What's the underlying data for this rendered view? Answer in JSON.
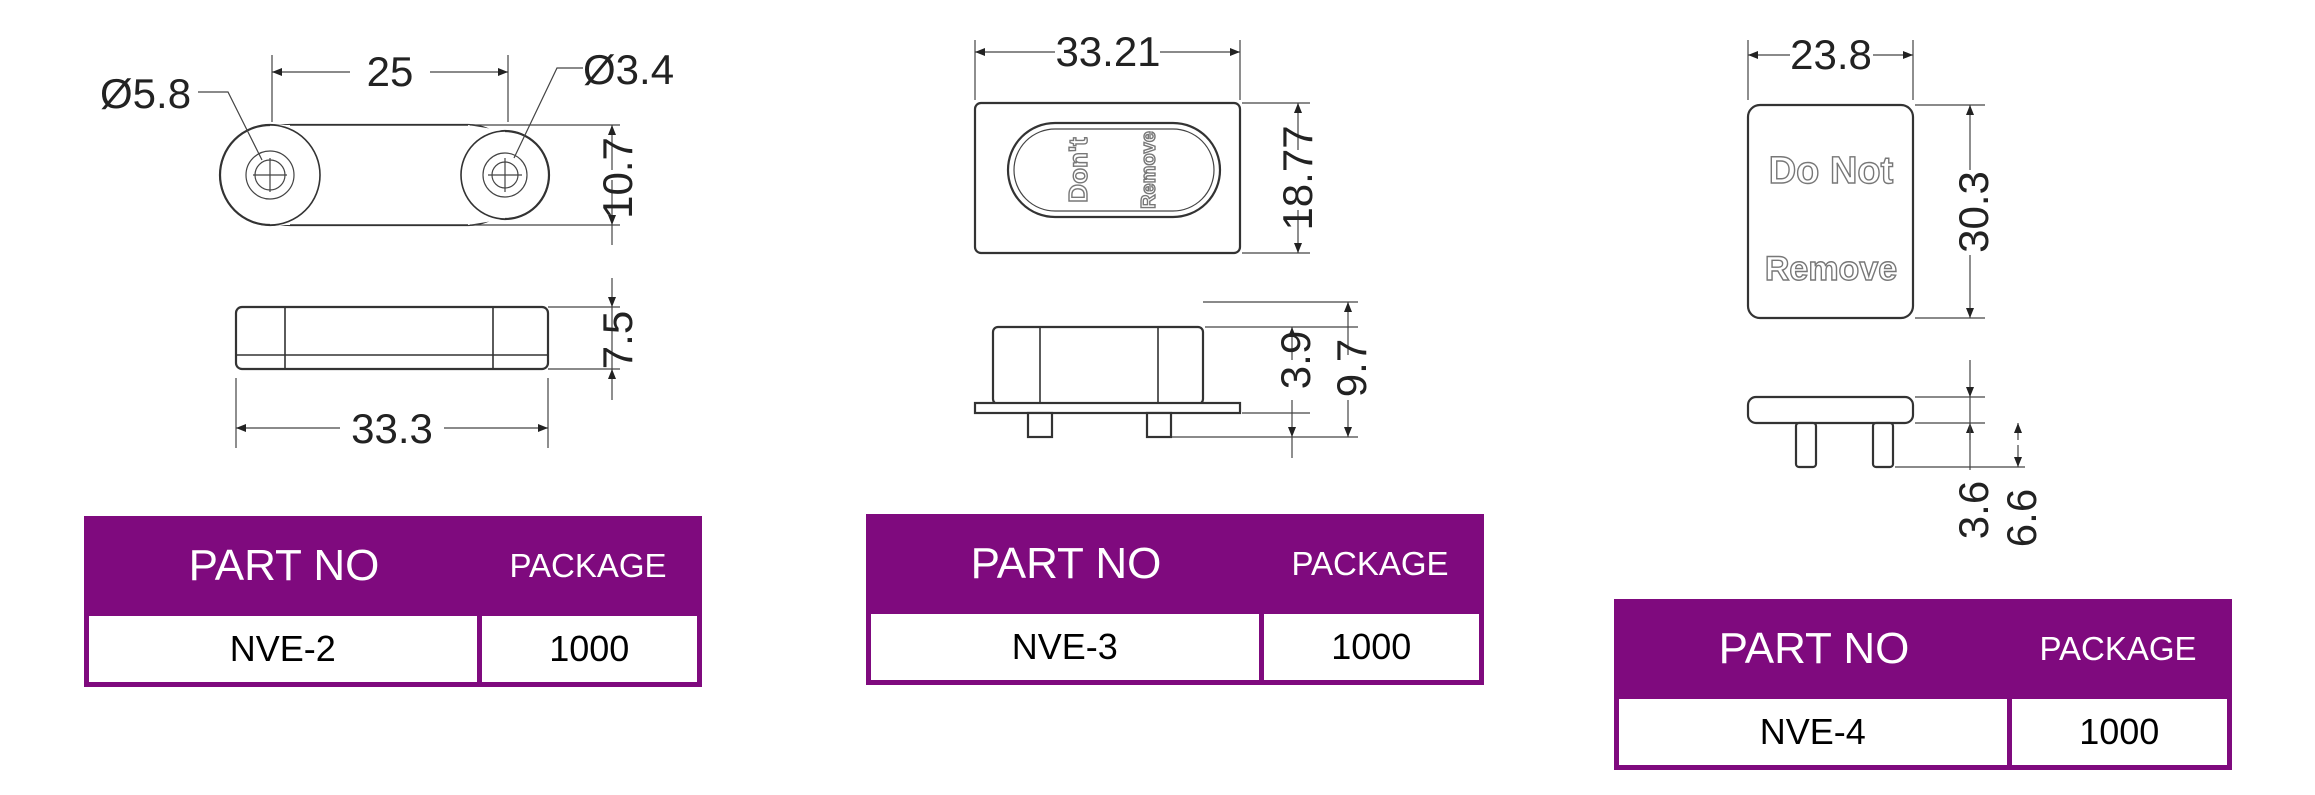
{
  "nve2": {
    "dims": {
      "hole_large": "Ø5.8",
      "hole_small": "Ø3.4",
      "spacing": "25",
      "height": "10.7",
      "thickness": "7.5",
      "length": "33.3"
    },
    "table": {
      "headers": [
        "PART NO",
        "PACKAGE"
      ],
      "part": "NVE-2",
      "package": "1000"
    }
  },
  "nve3": {
    "dims": {
      "width": "33.21",
      "height": "18.77",
      "body": "3.9",
      "total": "9.7"
    },
    "label": {
      "line1": "Don't",
      "line2": "Remove"
    },
    "table": {
      "headers": [
        "PART NO",
        "PACKAGE"
      ],
      "part": "NVE-3",
      "package": "1000"
    }
  },
  "nve4": {
    "dims": {
      "width": "23.8",
      "height": "30.3",
      "body": "3.6",
      "total": "6.6"
    },
    "label": {
      "line1": "Do Not",
      "line2": "Remove"
    },
    "table": {
      "headers": [
        "PART NO",
        "PACKAGE"
      ],
      "part": "NVE-4",
      "package": "1000"
    }
  },
  "colors": {
    "table_header": "#7f0a7e",
    "line": "#333333"
  }
}
